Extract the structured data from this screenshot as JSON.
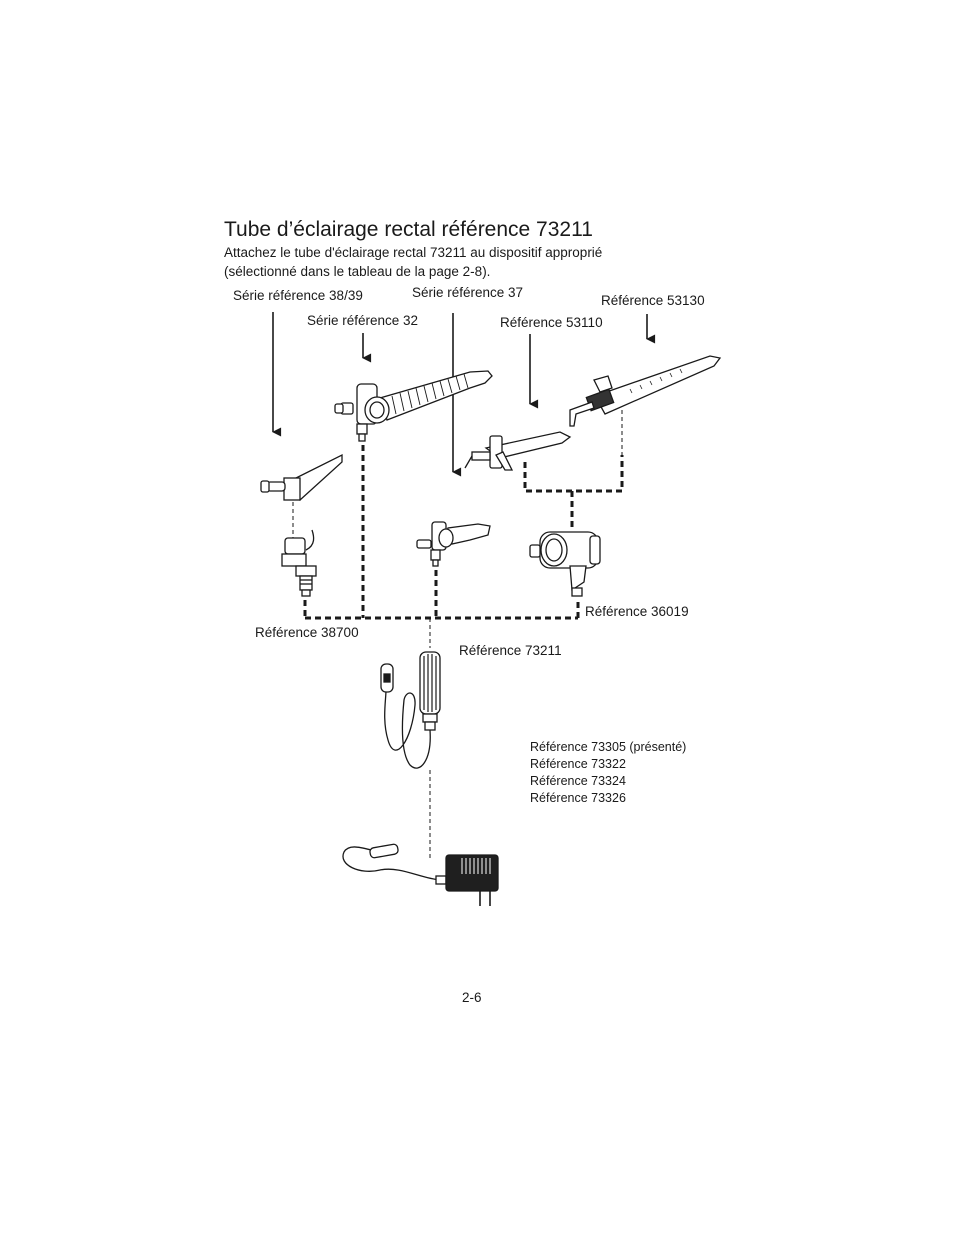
{
  "title": "Tube d’éclairage rectal référence 73211",
  "intro": {
    "line1": "Attachez le tube d'éclairage rectal 73211 au dispositif approprié",
    "line2": "(sélectionné dans le tableau de la page 2-8)."
  },
  "labels": {
    "serie_38_39": "Série référence 38/39",
    "serie_37": "Série référence 37",
    "ref_53130": "Référence 53130",
    "serie_32": "Série référence 32",
    "ref_53110": "Référence 53110",
    "ref_36019": "Référence 36019",
    "ref_38700": "Référence 38700",
    "ref_73211": "Référence 73211"
  },
  "handle_refs": [
    "Référence 73305 (présenté)",
    "Référence 73322",
    "Référence 73324",
    "Référence 73326"
  ],
  "page_number": "2-6"
}
